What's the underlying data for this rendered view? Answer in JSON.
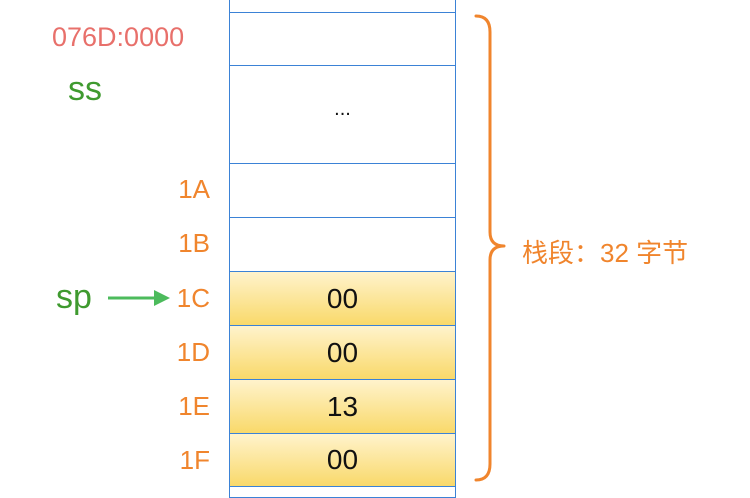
{
  "segment_address": "076D:0000",
  "ss_label": "ss",
  "sp_label": "sp",
  "brace_label": "栈段：32 字节",
  "colors": {
    "cell_border": "#3b82d6",
    "offset_text": "#f0852d",
    "segment_text": "#e8706b",
    "register_text": "#3f9a2f",
    "arrow": "#4cbb5c",
    "brace": "#f0852d",
    "cell_fill_top": "#fff3cc",
    "cell_fill_bottom": "#f9d96a"
  },
  "cells": [
    {
      "offset": "",
      "value": ""
    },
    {
      "offset": "",
      "value": ""
    },
    {
      "offset": "",
      "value": "..."
    },
    {
      "offset": "1A",
      "value": ""
    },
    {
      "offset": "1B",
      "value": ""
    },
    {
      "offset": "1C",
      "value": "00"
    },
    {
      "offset": "1D",
      "value": "00"
    },
    {
      "offset": "1E",
      "value": "13"
    },
    {
      "offset": "1F",
      "value": "00"
    }
  ]
}
